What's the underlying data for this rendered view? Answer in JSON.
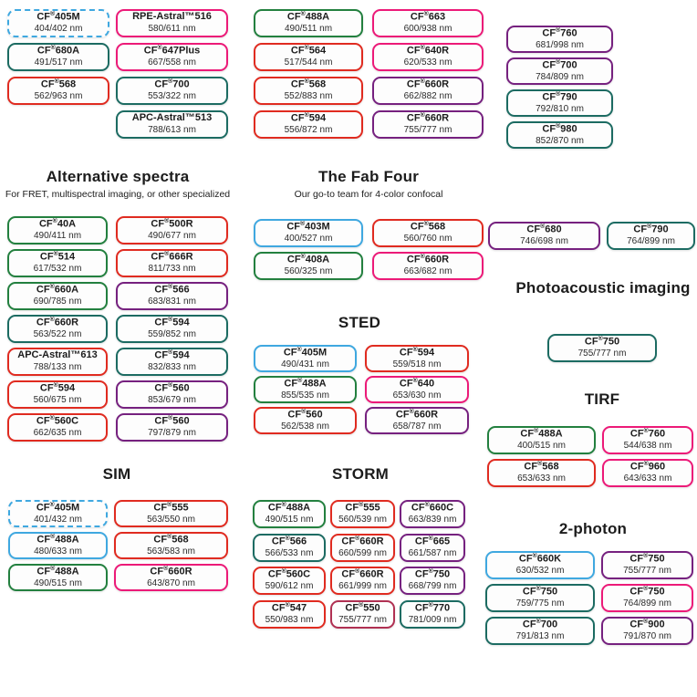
{
  "colors": {
    "blue": "#3fa8e0",
    "green": "#23803f",
    "teal": "#1c6b62",
    "red": "#e02b20",
    "pink": "#ec1a78",
    "purple": "#76217f",
    "darkred": "#b03052"
  },
  "headers": {
    "alternative": {
      "title": "Alternative spectra",
      "subtitle": "For FRET, multispectral imaging, or other specialized"
    },
    "fabfour": {
      "title": "The Fab Four",
      "subtitle": "Our go-to team for 4-color confocal"
    },
    "sted": {
      "title": "STED"
    },
    "photoacoustic": {
      "title": "Photoacoustic imaging"
    },
    "tirf": {
      "title": "TIRF"
    },
    "twophoton": {
      "title": "2-photon"
    },
    "sim": {
      "title": "SIM"
    },
    "storm": {
      "title": "STORM"
    }
  },
  "sections": {
    "top1": {
      "badges": [
        {
          "label": "CF®405M",
          "value": "404/402 nm",
          "color": "blue",
          "dashed": true
        },
        {
          "label": "CF®680A",
          "value": "491/517 nm",
          "color": "teal"
        },
        {
          "label": "CF®568",
          "value": "562/963 nm",
          "color": "red"
        }
      ]
    },
    "top2": {
      "badges": [
        {
          "label": "RPE-Astral™516",
          "value": "580/611 nm",
          "color": "pink"
        },
        {
          "label": "CF®647Plus",
          "value": "667/558 nm",
          "color": "pink"
        },
        {
          "label": "CF®700",
          "value": "553/322 nm",
          "color": "teal"
        },
        {
          "label": "APC-Astral™513",
          "value": "788/613 nm",
          "color": "teal"
        }
      ]
    },
    "top3": {
      "badges": [
        {
          "label": "CF®488A",
          "value": "490/511 nm",
          "color": "green"
        },
        {
          "label": "CF®564",
          "value": "517/544 nm",
          "color": "red"
        },
        {
          "label": "CF®568",
          "value": "552/883 nm",
          "color": "red"
        },
        {
          "label": "CF®594",
          "value": "556/872 nm",
          "color": "red"
        }
      ]
    },
    "top4": {
      "badges": [
        {
          "label": "CF®663",
          "value": "600/938 nm",
          "color": "pink"
        },
        {
          "label": "CF®640R",
          "value": "620/533 nm",
          "color": "pink"
        },
        {
          "label": "CF®660R",
          "value": "662/882 nm",
          "color": "purple"
        },
        {
          "label": "CF®660R",
          "value": "755/777 nm",
          "color": "purple"
        }
      ]
    },
    "top5": {
      "badges": [
        {
          "label": "CF®760",
          "value": "681/998 nm",
          "color": "purple"
        },
        {
          "label": "CF®700",
          "value": "784/809 nm",
          "color": "purple"
        },
        {
          "label": "CF®790",
          "value": "792/810 nm",
          "color": "teal"
        },
        {
          "label": "CF®980",
          "value": "852/870 nm",
          "color": "teal"
        }
      ]
    },
    "alternative": {
      "badges": [
        {
          "label": "CF®40A",
          "value": "490/411 nm",
          "color": "green"
        },
        {
          "label": "CF®500R",
          "value": "490/677 nm",
          "color": "red"
        },
        {
          "label": "CF®514",
          "value": "617/532 nm",
          "color": "green"
        },
        {
          "label": "CF®666R",
          "value": "811/733 nm",
          "color": "red"
        },
        {
          "label": "CF®660A",
          "value": "690/785 nm",
          "color": "green"
        },
        {
          "label": "CF®566",
          "value": "683/831 nm",
          "color": "purple"
        },
        {
          "label": "CF®660R",
          "value": "563/522 nm",
          "color": "teal"
        },
        {
          "label": "CF®594",
          "value": "559/852 nm",
          "color": "teal"
        },
        {
          "label": "APC-Astral™613",
          "value": "788/133 nm",
          "color": "red"
        },
        {
          "label": "CF®594",
          "value": "832/833 nm",
          "color": "teal"
        },
        {
          "label": "CF®594",
          "value": "560/675 nm",
          "color": "red"
        },
        {
          "label": "CF®560",
          "value": "853/679 nm",
          "color": "purple"
        },
        {
          "label": "CF®560C",
          "value": "662/635 nm",
          "color": "red"
        },
        {
          "label": "CF®560",
          "value": "797/879 nm",
          "color": "purple"
        }
      ]
    },
    "fabfour": {
      "badges": [
        {
          "label": "CF®403M",
          "value": "400/527 nm",
          "color": "blue"
        },
        {
          "label": "CF®568",
          "value": "560/760 nm",
          "color": "red"
        },
        {
          "label": "CF®408A",
          "value": "560/325 nm",
          "color": "green"
        },
        {
          "label": "CF®660R",
          "value": "663/682 nm",
          "color": "pink"
        }
      ]
    },
    "sted": {
      "badges": [
        {
          "label": "CF®405M",
          "value": "490/431 nm",
          "color": "blue"
        },
        {
          "label": "CF®594",
          "value": "559/518 nm",
          "color": "red"
        },
        {
          "label": "CF®488A",
          "value": "855/535 nm",
          "color": "green"
        },
        {
          "label": "CF®640",
          "value": "653/630 nm",
          "color": "pink"
        },
        {
          "label": "CF®560",
          "value": "562/538 nm",
          "color": "red"
        },
        {
          "label": "CF®660R",
          "value": "658/787 nm",
          "color": "purple"
        }
      ]
    },
    "nearir": {
      "badges": [
        {
          "label": "CF®680",
          "value": "746/698 nm",
          "color": "purple"
        },
        {
          "label": "CF®790",
          "value": "764/899 nm",
          "color": "teal"
        }
      ]
    },
    "photoacoustic": {
      "badges": [
        {
          "label": "CF®750",
          "value": "755/777 nm",
          "color": "teal"
        }
      ]
    },
    "tirf": {
      "badges": [
        {
          "label": "CF®488A",
          "value": "400/515 nm",
          "color": "green"
        },
        {
          "label": "CF®760",
          "value": "544/638 nm",
          "color": "pink"
        },
        {
          "label": "CF®568",
          "value": "653/633 nm",
          "color": "red"
        },
        {
          "label": "CF®960",
          "value": "643/633 nm",
          "color": "pink"
        }
      ]
    },
    "twophoton": {
      "badges": [
        {
          "label": "CF®660K",
          "value": "630/532 nm",
          "color": "blue"
        },
        {
          "label": "CF®750",
          "value": "755/777 nm",
          "color": "purple"
        },
        {
          "label": "CF®750",
          "value": "759/775 nm",
          "color": "teal"
        },
        {
          "label": "CF®750",
          "value": "764/899 nm",
          "color": "pink"
        },
        {
          "label": "CF®700",
          "value": "791/813 nm",
          "color": "teal"
        },
        {
          "label": "CF®900",
          "value": "791/870 nm",
          "color": "purple"
        }
      ]
    },
    "sim": {
      "badges": [
        {
          "label": "CF®405M",
          "value": "401/432 nm",
          "color": "blue",
          "dashed": true
        },
        {
          "label": "CF®555",
          "value": "563/550 nm",
          "color": "red"
        },
        {
          "label": "CF®488A",
          "value": "480/633 nm",
          "color": "blue"
        },
        {
          "label": "CF®568",
          "value": "563/583 nm",
          "color": "red"
        },
        {
          "label": "CF®488A",
          "value": "490/515 nm",
          "color": "green"
        },
        {
          "label": "CF®660R",
          "value": "643/870 nm",
          "color": "pink"
        }
      ]
    },
    "storm": {
      "badges": [
        {
          "label": "CF®488A",
          "value": "490/515 nm",
          "color": "green"
        },
        {
          "label": "CF®555",
          "value": "560/539 nm",
          "color": "red"
        },
        {
          "label": "CF®660C",
          "value": "663/839 nm",
          "color": "purple"
        },
        {
          "label": "CF®566",
          "value": "566/533 nm",
          "color": "teal"
        },
        {
          "label": "CF®660R",
          "value": "660/599 nm",
          "color": "red"
        },
        {
          "label": "CF®665",
          "value": "661/587 nm",
          "color": "purple"
        },
        {
          "label": "CF®560C",
          "value": "590/612 nm",
          "color": "red"
        },
        {
          "label": "CF®660R",
          "value": "661/999 nm",
          "color": "red"
        },
        {
          "label": "CF®750",
          "value": "668/799 nm",
          "color": "purple"
        },
        {
          "label": "CF®547",
          "value": "550/983 nm",
          "color": "red"
        },
        {
          "label": "CF®550",
          "value": "755/777 nm",
          "color": "darkred"
        },
        {
          "label": "CF®770",
          "value": "781/009 nm",
          "color": "teal"
        }
      ]
    }
  }
}
